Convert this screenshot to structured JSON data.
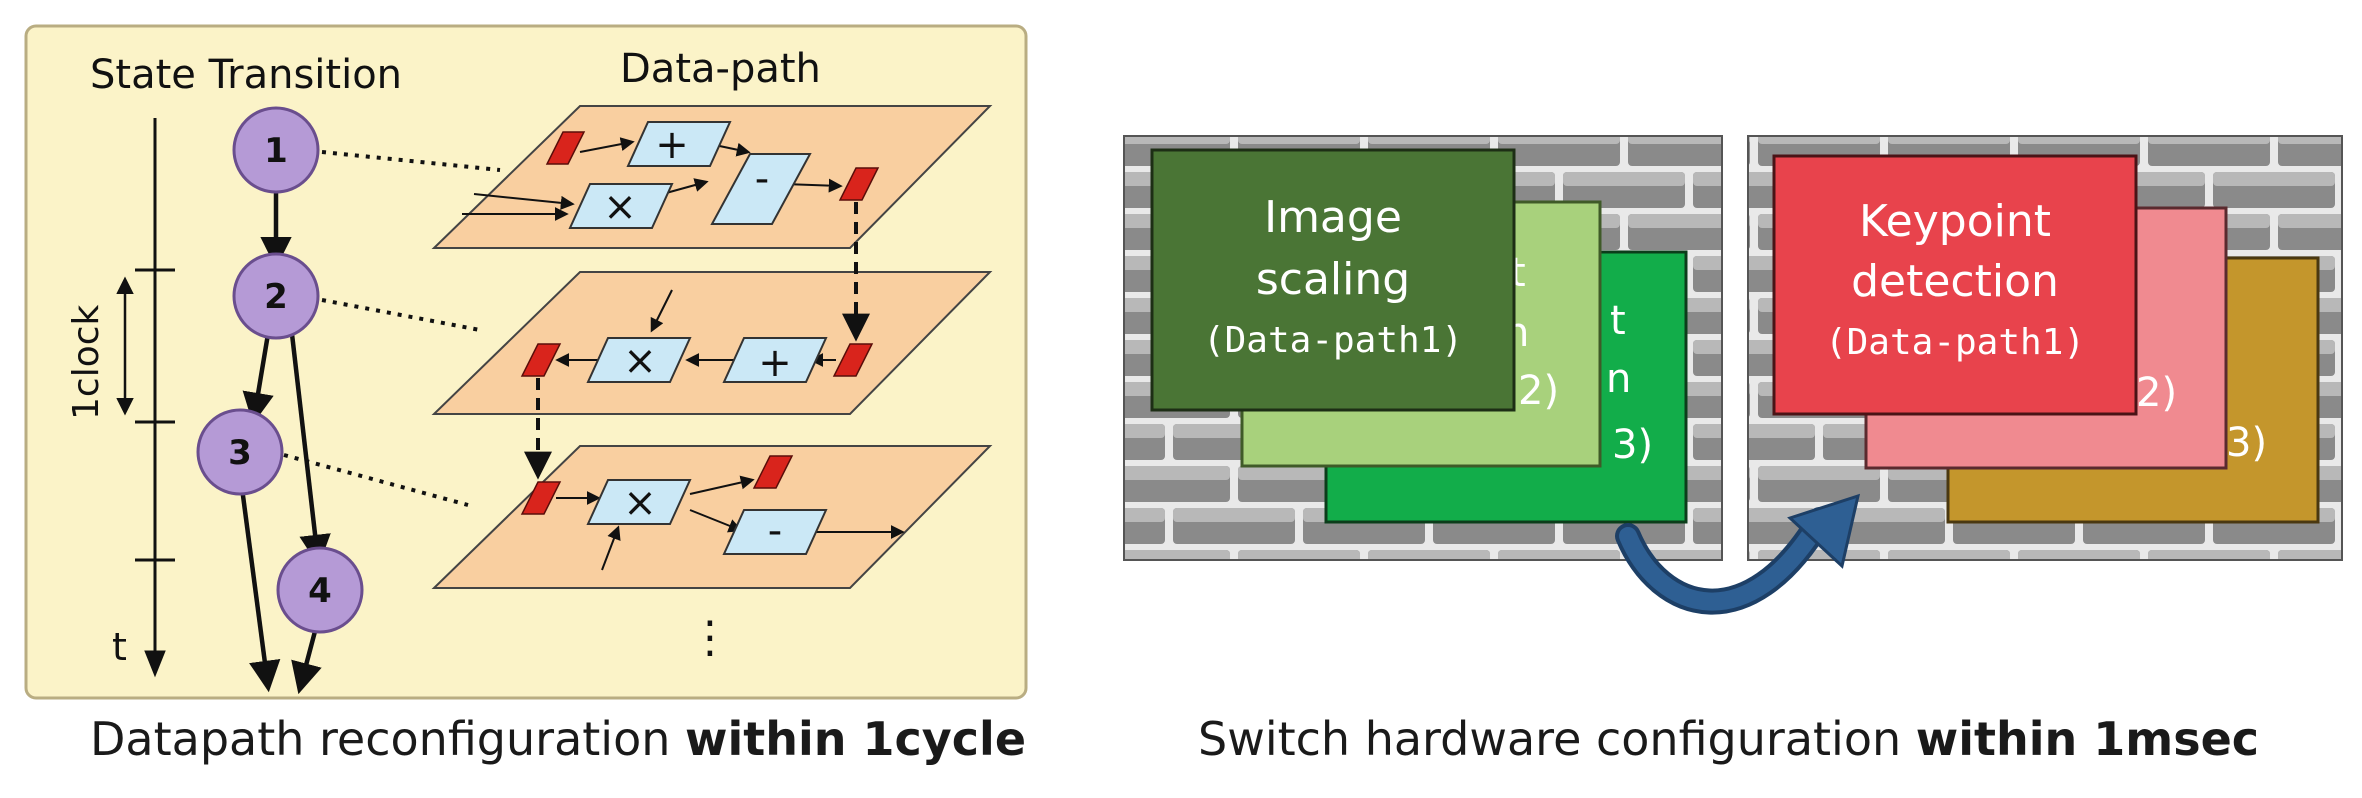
{
  "left_panel": {
    "state_heading": "State Transition",
    "datapath_heading": "Data-path",
    "clock_label": "1clock",
    "time_label": "t",
    "states": [
      "1",
      "2",
      "3",
      "4"
    ],
    "ops": {
      "layer1": [
        "+",
        "×",
        "-"
      ],
      "layer2": [
        "×",
        "+"
      ],
      "layer3": [
        "×",
        "-"
      ]
    },
    "more": "⋮",
    "caption_normal": "Datapath reconfiguration ",
    "caption_bold": "within 1cycle"
  },
  "right_panel": {
    "config1": {
      "front_line1": "Image",
      "front_line2": "scaling",
      "front_line3": "(Data-path1)",
      "mid_frag_a": "t",
      "mid_frag_b": "n",
      "mid_frag_c": "2)",
      "back_frag_a": "t",
      "back_frag_b": "n",
      "back_frag_c": "3)"
    },
    "config2": {
      "front_line1": "Keypoint",
      "front_line2": "detection",
      "front_line3": "(Data-path1)",
      "mid_frag": "2)",
      "back_frag": "3)"
    },
    "caption_normal": "Switch hardware configuration ",
    "caption_bold": "within 1msec"
  },
  "colors": {
    "panel_bg": "#fbf3c8",
    "state_circle": "#b59ad6",
    "layer_fill": "#f9cfa0",
    "op_fill": "#cbe8f6",
    "register": "#d9241c",
    "cfg1_front": "#4a7535",
    "cfg1_mid": "#a8d17c",
    "cfg1_back": "#12ad4a",
    "cfg2_front": "#e8434c",
    "cfg2_mid": "#f08a90",
    "cfg2_back": "#c4962c",
    "arrow": "#2e5f93"
  }
}
